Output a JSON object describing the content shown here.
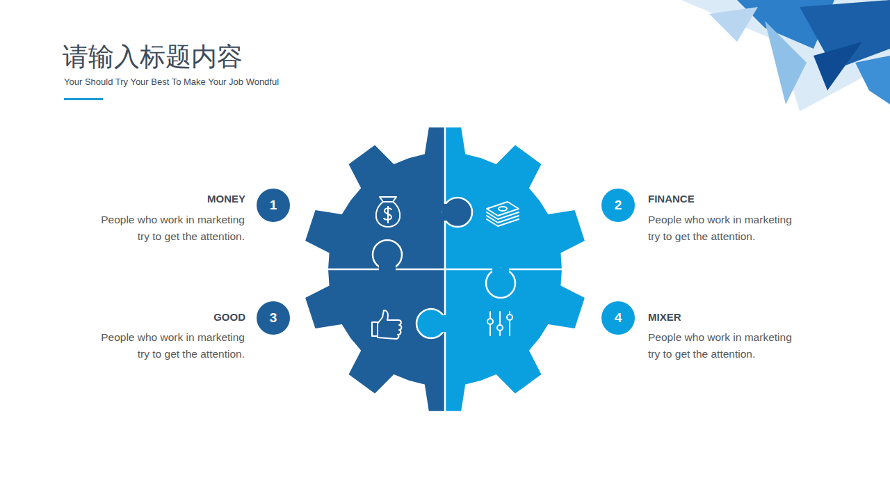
{
  "diagram": {
    "title": "请输入标题内容",
    "nodes": [
      {
        "text": [
          "1"
        ]
      },
      {
        "text": [
          "2"
        ]
      },
      {
        "text": [
          "3"
        ]
      },
      {
        "text": [
          "4"
        ]
      }
    ],
    "labels": [
      "Your Should Try Your Best To Make Your Job Wondful",
      "MONEY",
      "People who work in marketing try to get the attention.",
      "FINANCE",
      "People who work in marketing try to get the attention.",
      "GOOD",
      "People who work in marketing try to get the attention.",
      "MIXER",
      "People who work in marketing try to get the attention."
    ]
  }
}
